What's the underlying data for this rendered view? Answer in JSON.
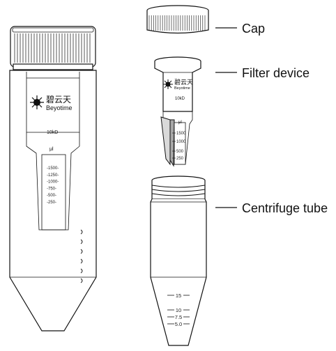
{
  "labels": {
    "cap": "Cap",
    "filter_device": "Filter device",
    "centrifuge_tube": "Centrifuge tube"
  },
  "assembled_unit": {
    "brand_cn": "碧云天",
    "brand_en": "Beyotime",
    "mwco": "10kD",
    "unit": "μl",
    "scale": [
      "1500",
      "1250",
      "1000",
      "750",
      "500",
      "250"
    ]
  },
  "filter": {
    "brand_cn": "碧云天",
    "brand_en": "Beyotime",
    "mwco": "10kD",
    "unit": "μl",
    "scale": [
      "1500",
      "1000",
      "500",
      "250"
    ]
  },
  "tube": {
    "scale": [
      "15",
      "10",
      "7.5",
      "5.0"
    ]
  }
}
